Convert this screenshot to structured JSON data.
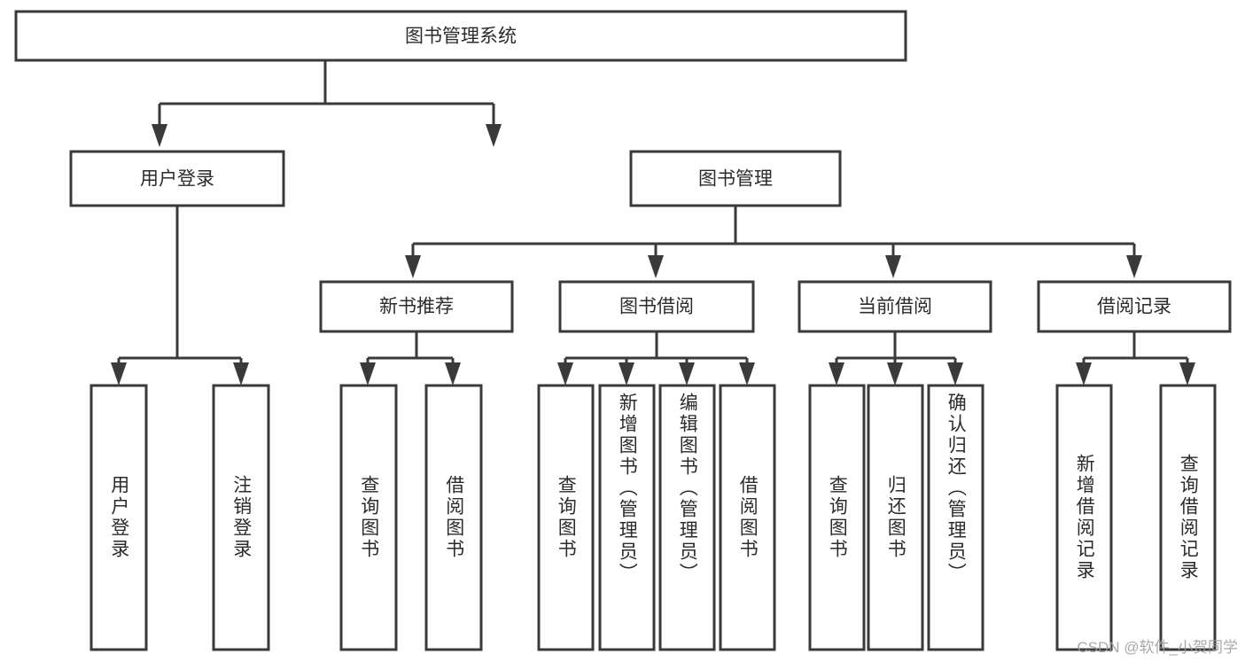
{
  "diagram": {
    "type": "tree-hierarchy-chart",
    "title": "图书管理系统",
    "colors": {
      "background": "#ffffff",
      "box_fill": "#ffffff",
      "box_stroke": "#3a3a3a",
      "text": "#2b2b2b",
      "watermark": "#9a9a9a"
    },
    "root": {
      "id": "root",
      "label": "图书管理系统"
    },
    "level1": [
      {
        "id": "user-login",
        "label": "用户登录"
      },
      {
        "id": "book-management",
        "label": "图书管理"
      }
    ],
    "level2": [
      {
        "id": "new-book-recommend",
        "label": "新书推荐",
        "parent": "book-management"
      },
      {
        "id": "book-borrow",
        "label": "图书借阅",
        "parent": "book-management"
      },
      {
        "id": "current-borrow",
        "label": "当前借阅",
        "parent": "book-management"
      },
      {
        "id": "borrow-record",
        "label": "借阅记录",
        "parent": "book-management"
      }
    ],
    "leaves": {
      "user-login": [
        {
          "id": "leaf-user-login",
          "label": "用户登录"
        },
        {
          "id": "leaf-logout-login",
          "label": "注销登录"
        }
      ],
      "new-book-recommend": [
        {
          "id": "leaf-query-book-1",
          "label": "查询图书"
        },
        {
          "id": "leaf-borrow-book-1",
          "label": "借阅图书"
        }
      ],
      "book-borrow": [
        {
          "id": "leaf-query-book-2",
          "label": "查询图书"
        },
        {
          "id": "leaf-add-book",
          "label": "新增图书（管理员）"
        },
        {
          "id": "leaf-edit-book",
          "label": "编辑图书（管理员）"
        },
        {
          "id": "leaf-borrow-book-2",
          "label": "借阅图书"
        }
      ],
      "current-borrow": [
        {
          "id": "leaf-query-book-3",
          "label": "查询图书"
        },
        {
          "id": "leaf-return-book",
          "label": "归还图书"
        },
        {
          "id": "leaf-confirm-return",
          "label": "确认归还（管理员）"
        }
      ],
      "borrow-record": [
        {
          "id": "leaf-add-borrow-record",
          "label": "新增借阅记录"
        },
        {
          "id": "leaf-query-borrow-record",
          "label": "查询借阅记录"
        }
      ]
    }
  },
  "watermark": {
    "text": "CSDN @软件_小贺同学"
  }
}
